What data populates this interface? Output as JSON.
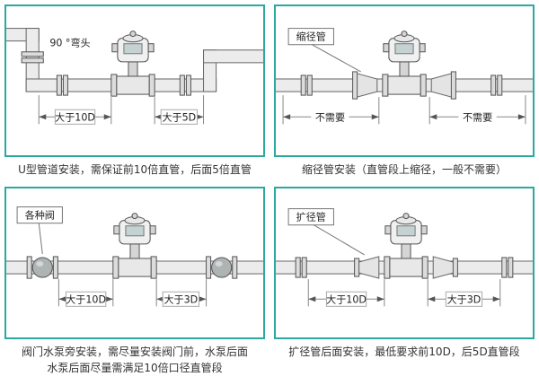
{
  "colors": {
    "panel_border": "#2ba9a1",
    "caption_text": "#333333"
  },
  "panels": {
    "u_bend": {
      "component_label": "90 °弯头",
      "dim_left": "大于10D",
      "dim_right": "大于5D",
      "caption": "U型管道安装，需保证前10倍直管，后面5倍直管"
    },
    "reducer": {
      "component_label": "缩径管",
      "dim_left": "不需要",
      "dim_right": "不需要",
      "caption": "缩径管安装（直管段上缩径，一般不需要）"
    },
    "valve": {
      "component_label": "各种阀",
      "dim_left": "大于10D",
      "dim_right": "大于3D",
      "caption_line1": "阀门水泵旁安装，需尽量安装阀门前，水泵后面",
      "caption_line2": "水泵后面尽量需满足10倍口径直管段"
    },
    "expander": {
      "component_label": "扩径管",
      "dim_left": "大于10D",
      "dim_right": "大于3D",
      "caption": "扩径管后面安装，最低要求前10D，后5D直管段"
    }
  }
}
